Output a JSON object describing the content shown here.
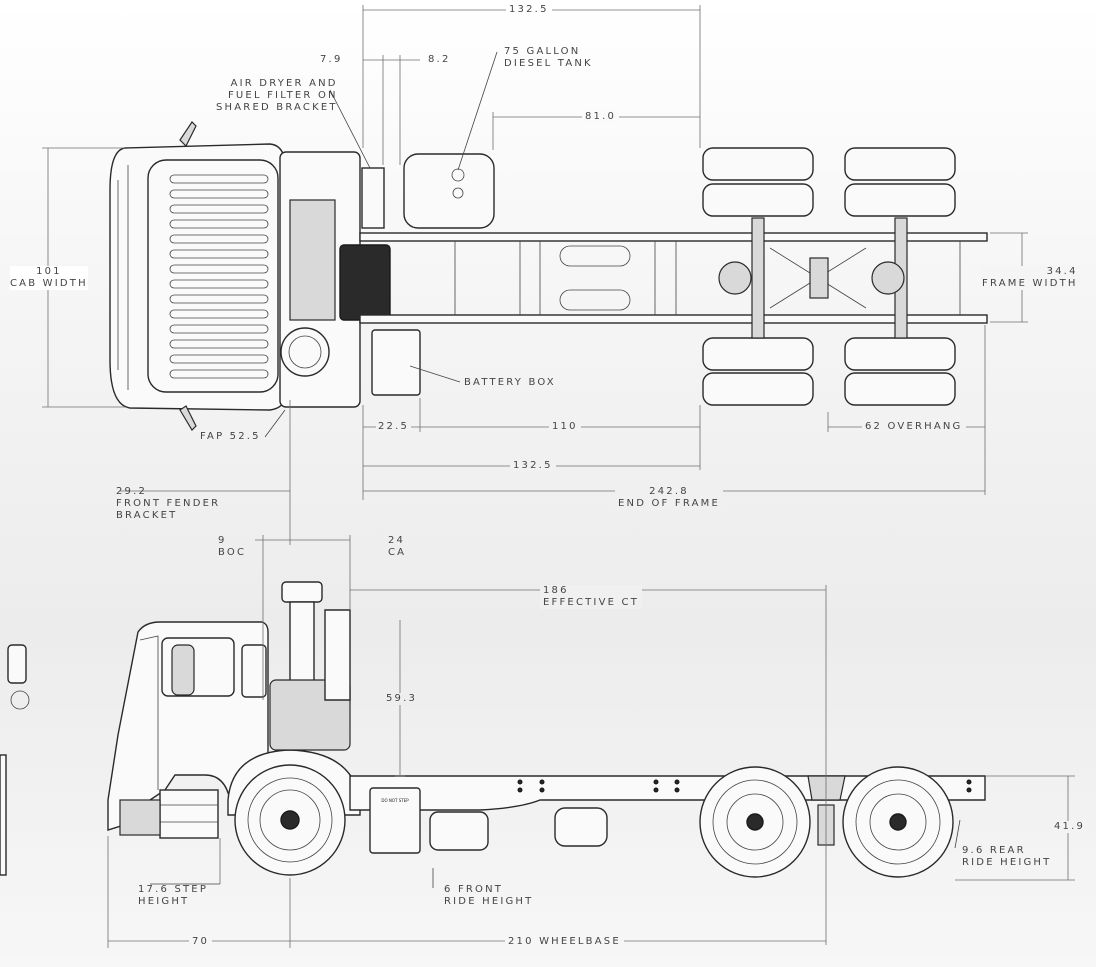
{
  "dimensions": {
    "top_132_5": "132.5",
    "d_7_9": "7.9",
    "d_8_2": "8.2",
    "tank": [
      "75 GALLON",
      "DIESEL TANK"
    ],
    "air_dryer": [
      "AIR DRYER AND",
      "FUEL FILTER ON",
      "SHARED BRACKET"
    ],
    "d_81_0": "81.0",
    "cab_width": [
      "101",
      "CAB WIDTH"
    ],
    "frame_width": [
      "34.4",
      "FRAME WIDTH"
    ],
    "battery_box": "BATTERY BOX",
    "fap": "FAP 52.5",
    "d_22_5": "22.5",
    "d_110": "110",
    "overhang": "62 OVERHANG",
    "bottom_132_5": "132.5",
    "front_fender": [
      "29.2",
      "FRONT FENDER",
      "BRACKET"
    ],
    "end_of_frame": [
      "242.8",
      "END OF FRAME"
    ],
    "boc": [
      "9",
      "BOC"
    ],
    "ca": [
      "24",
      "CA"
    ],
    "effective_ct": [
      "186",
      "EFFECTIVE CT"
    ],
    "d_59_3": "59.3",
    "d_41_9": "41.9",
    "rear_ride": [
      "9.6 REAR",
      "RIDE HEIGHT"
    ],
    "step_height": [
      "17.6 STEP",
      "HEIGHT"
    ],
    "front_ride": [
      "6 FRONT",
      "RIDE HEIGHT"
    ],
    "d_70": "70",
    "wheelbase": "210 WHEELBASE"
  },
  "decal_text": "DO NOT STEP"
}
